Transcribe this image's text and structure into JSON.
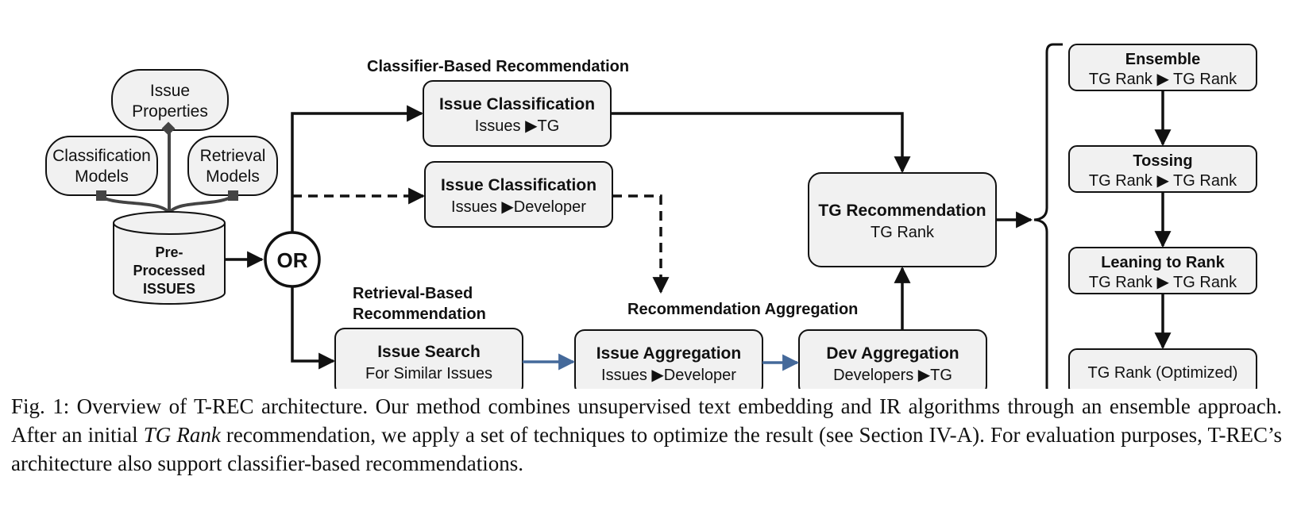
{
  "inputs": {
    "issue_properties": [
      "Issue",
      "Properties"
    ],
    "classification_models": [
      "Classification",
      "Models"
    ],
    "retrieval_models": [
      "Retrieval",
      "Models"
    ],
    "preprocessed": [
      "Pre-",
      "Processed",
      "ISSUES"
    ]
  },
  "or_label": "OR",
  "sections": {
    "classifier": "Classifier-Based Recommendation",
    "retrieval": [
      "Retrieval-Based",
      "Recommendation"
    ],
    "aggregation": "Recommendation Aggregation"
  },
  "nodes": {
    "issue_class_tg": {
      "title": "Issue Classification",
      "sub": "Issues ▶TG"
    },
    "issue_class_dev": {
      "title": "Issue Classification",
      "sub": "Issues ▶Developer"
    },
    "issue_search": {
      "title": "Issue Search",
      "sub": "For Similar Issues"
    },
    "issue_agg": {
      "title": "Issue Aggregation",
      "sub": "Issues ▶Developer"
    },
    "dev_agg": {
      "title": "Dev Aggregation",
      "sub": "Developers ▶TG"
    },
    "tg_rec": {
      "title": "TG Recommendation",
      "sub": "TG Rank"
    }
  },
  "pipeline": [
    {
      "title": "Ensemble",
      "sub": "TG Rank ▶ TG Rank"
    },
    {
      "title": "Tossing",
      "sub": "TG Rank ▶ TG Rank"
    },
    {
      "title": "Leaning to Rank",
      "sub": "TG Rank ▶ TG Rank"
    },
    {
      "title": "",
      "sub": "TG Rank (Optimized)"
    }
  ],
  "caption": {
    "prefix": "Fig. 1: Overview of T-REC architecture. Our method combines unsupervised text embedding and IR algorithms through an ensemble approach. After an initial ",
    "emph": "TG Rank",
    "suffix": " recommendation, we apply a set of techniques to optimize the result (see Section IV-A). For evaluation purposes, T-REC’s architecture also support classifier-based recommendations."
  },
  "colors": {
    "box_fill": "#f1f1f1",
    "stroke": "#111111",
    "blue_arrow": "#44699a"
  }
}
